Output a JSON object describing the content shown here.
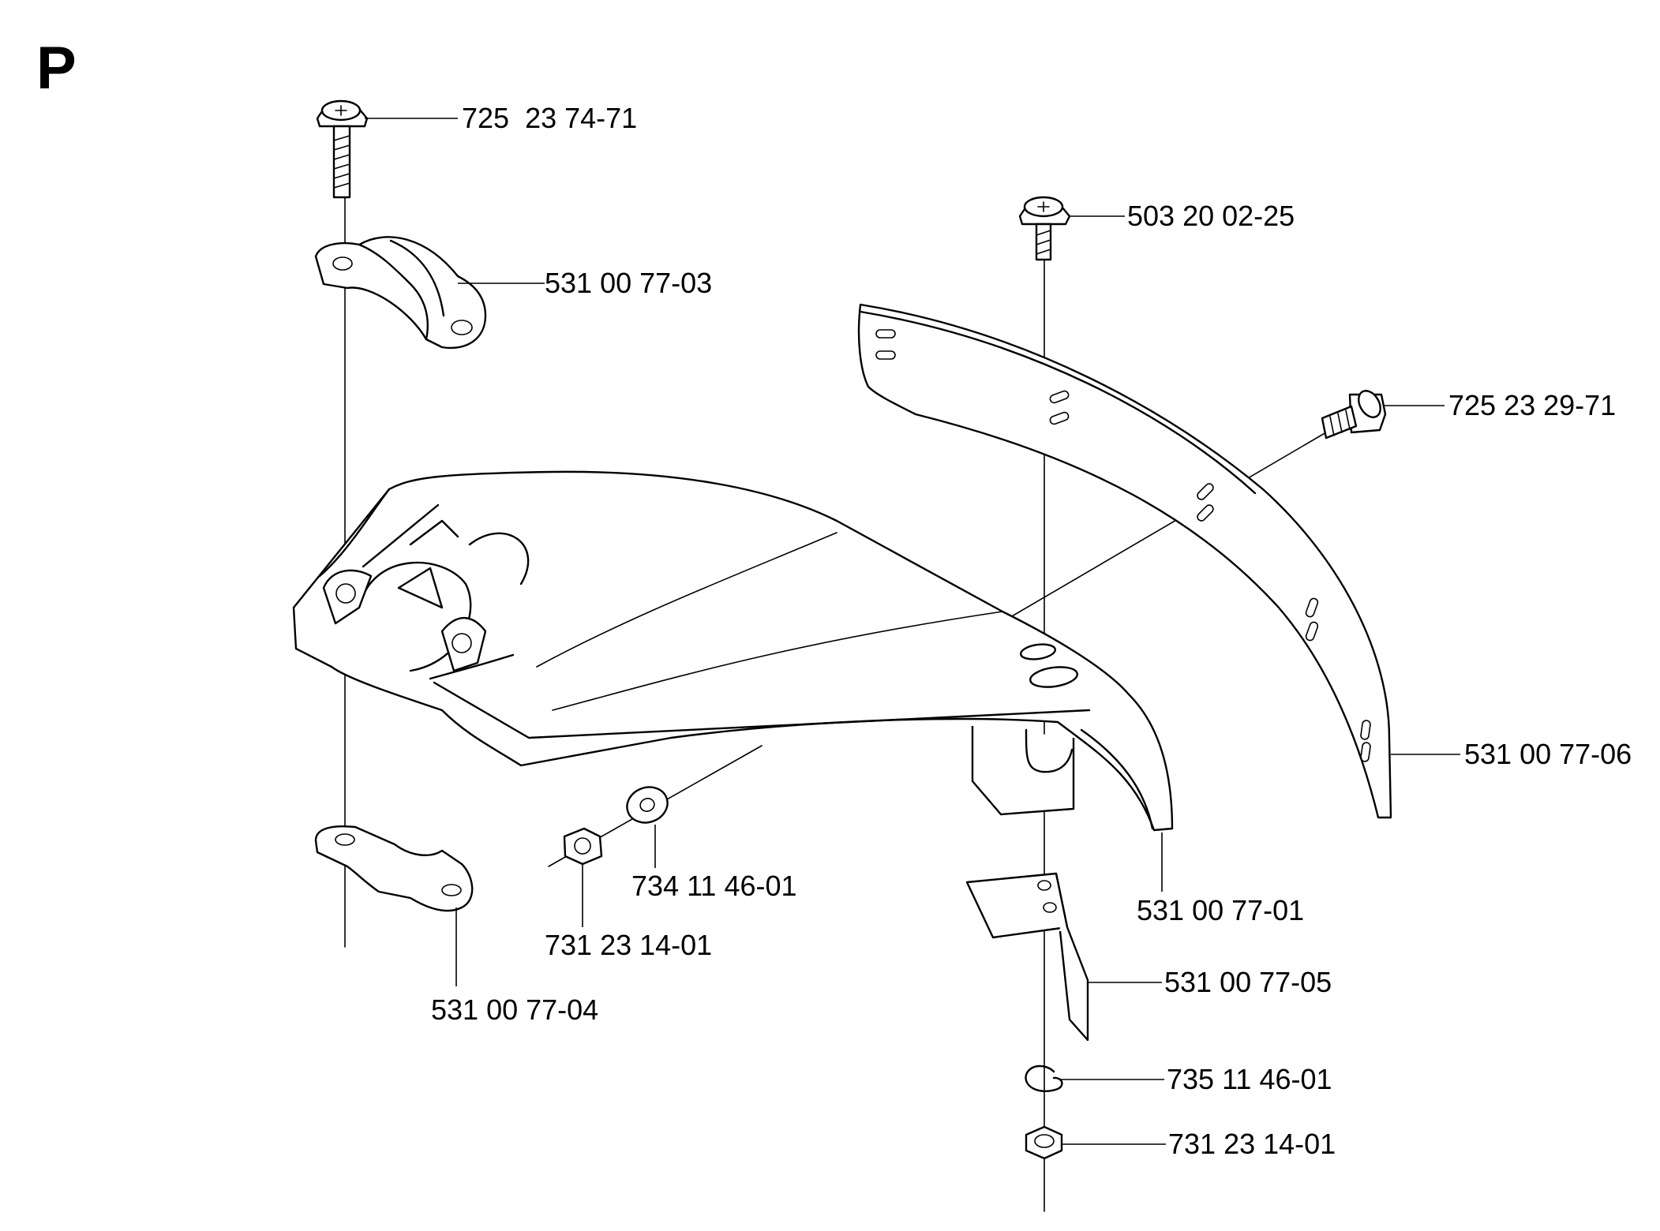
{
  "section_letter": "P",
  "parts": [
    {
      "id": "p1",
      "part_number": "725  23 74-71",
      "item": "screw-top-left"
    },
    {
      "id": "p2",
      "part_number": "531 00 77-03",
      "item": "clamp-upper"
    },
    {
      "id": "p3",
      "part_number": "503 20 02-25",
      "item": "screw-top-center"
    },
    {
      "id": "p4",
      "part_number": "725 23 29-71",
      "item": "screw-side"
    },
    {
      "id": "p5",
      "part_number": "531 00 77-06",
      "item": "guard-extension"
    },
    {
      "id": "p6",
      "part_number": "734 11 46-01",
      "item": "washer"
    },
    {
      "id": "p7",
      "part_number": "531 00 77-01",
      "item": "guard-body"
    },
    {
      "id": "p8",
      "part_number": "731 23 14-01",
      "item": "nut-left"
    },
    {
      "id": "p9",
      "part_number": "531 00 77-05",
      "item": "bracket"
    },
    {
      "id": "p10",
      "part_number": "531 00 77-04",
      "item": "clamp-lower"
    },
    {
      "id": "p11",
      "part_number": "735 11 46-01",
      "item": "lock-washer"
    },
    {
      "id": "p12",
      "part_number": "731 23 14-01",
      "item": "nut-bottom"
    }
  ]
}
